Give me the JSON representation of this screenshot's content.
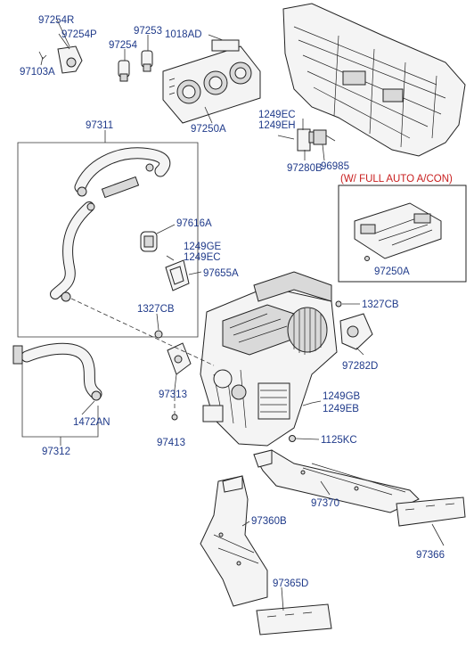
{
  "option_box": {
    "title": "(W/ FULL AUTO A/CON)"
  },
  "labels": {
    "p97254R": "97254R",
    "p97254P": "97254P",
    "p97103A": "97103A",
    "p97254": "97254",
    "p97253": "97253",
    "p1018AD": "1018AD",
    "p97250A": "97250A",
    "p97250A_auto": "97250A",
    "p1249EC_top": "1249EC",
    "p1249EH": "1249EH",
    "p97280B": "97280B",
    "p96985": "96985",
    "p97311": "97311",
    "p97616A": "97616A",
    "p1249GE": "1249GE",
    "p1249EC_mid": "1249EC",
    "p97655A": "97655A",
    "p1327CB_left": "1327CB",
    "p1327CB_right": "1327CB",
    "p97282D": "97282D",
    "p97313": "97313",
    "p1249GB": "1249GB",
    "p1249EB": "1249EB",
    "p1472AN": "1472AN",
    "p97413": "97413",
    "p1125KC": "1125KC",
    "p97312": "97312",
    "p97370": "97370",
    "p97360B": "97360B",
    "p97366": "97366",
    "p97365D": "97365D"
  },
  "colors": {
    "label": "#1f3a8a",
    "note": "#c81e1e",
    "line": "#333333"
  }
}
